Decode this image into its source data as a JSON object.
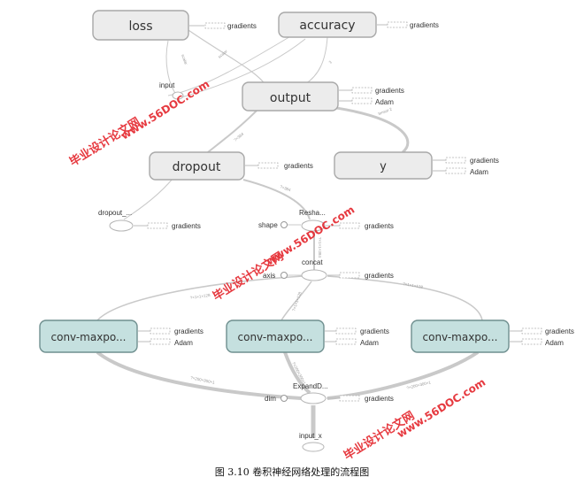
{
  "nodes": {
    "loss": "loss",
    "accuracy": "accuracy",
    "output": "output",
    "dropout": "dropout",
    "y": "y",
    "dropout_small": "dropout_...",
    "reshape": "Resha...",
    "concat": "concat",
    "conv1": "conv-maxpo...",
    "conv2": "conv-maxpo...",
    "conv3": "conv-maxpo...",
    "expand": "ExpandD...",
    "input_x": "input_x",
    "input_label": "input"
  },
  "side_labels": {
    "gradients": "gradients",
    "adam": "Adam",
    "shape": "shape",
    "axis": "axis",
    "dim": "dim"
  },
  "edge_labels": {
    "scalar": "scalar",
    "scalar2": "scalar",
    "two": "2",
    "tensor2": "tensor 2",
    "out_dim": "?×384",
    "shape_dim": "?×384",
    "concat_out": "?×1×1×384",
    "conv_left": "?×1×1×128",
    "conv_mid": "?×1×1×128",
    "conv_right": "?×1×1×128",
    "exp_left": "?×200×300×1",
    "exp_mid": "?×200×300×1",
    "exp_right": "?×200×300×1"
  },
  "watermarks": [
    "毕业设计论文网",
    "www.56DOC.com"
  ],
  "caption": "图 3.10 卷积神经网络处理的流程图",
  "colors": {
    "node_gray": "#ececec",
    "node_teal": "#c5e0df",
    "edge": "#c9c9c9",
    "watermark": "#e4232a"
  }
}
